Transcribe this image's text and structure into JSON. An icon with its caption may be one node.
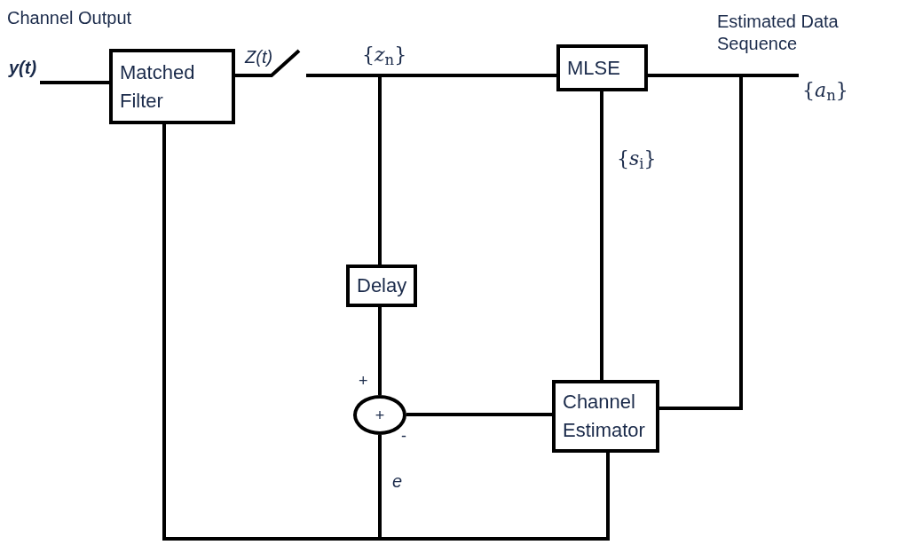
{
  "diagram": {
    "nodes": [
      {
        "text": [
          "y(t)"
        ]
      },
      {
        "text": [
          "Matched Filter"
        ]
      },
      {
        "text": [],
        "shape": "switch"
      },
      {
        "text": [
          "MLSE"
        ]
      },
      {
        "text": [
          "Delay"
        ]
      },
      {
        "text": [
          "+"
        ],
        "beside": [
          "+",
          "-"
        ]
      },
      {
        "text": [
          "Channel Estimator"
        ]
      },
      {
        "text": [
          "{*a*$_{n}$}"
        ]
      }
    ],
    "edges": [
      {
        "from": 0,
        "to": 1,
        "arrow": "none"
      },
      {
        "from": 1,
        "to": 2,
        "arrow": "none"
      },
      {
        "from": 2,
        "to": 3,
        "arrow": "none"
      },
      {
        "from": 2,
        "to": 4,
        "arrow": "none"
      },
      {
        "from": 3,
        "to": 7,
        "arrow": "none"
      },
      {
        "from": 3,
        "to": 6,
        "arrow": "none"
      },
      {
        "from": 3,
        "to": 6,
        "arrow": "none"
      },
      {
        "from": 4,
        "to": 5,
        "arrow": "none"
      },
      {
        "from": 6,
        "to": 5,
        "arrow": "none"
      },
      {
        "from": 5,
        "to": 1,
        "arrow": "none"
      },
      {
        "from": 5,
        "to": 6,
        "arrow": "none"
      }
    ],
    "labels": [
      "Channel Output",
      "Z(t)",
      "{*z*$_{n}$}",
      "Estimated Data Sequence",
      "{*s*$_{i}$}",
      "e"
    ]
  }
}
